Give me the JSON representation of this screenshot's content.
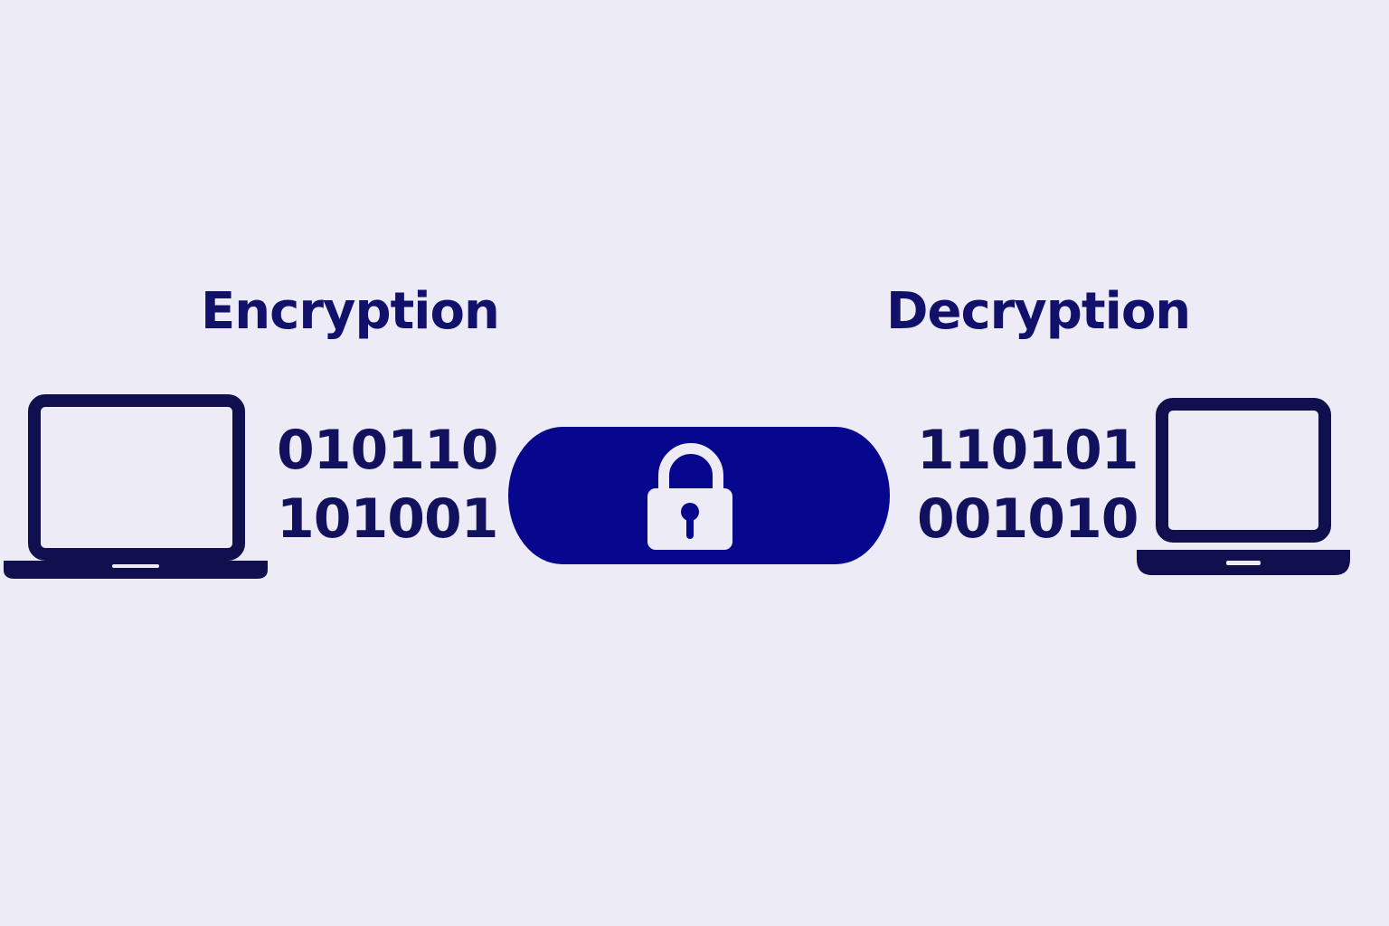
{
  "left": {
    "title": "Encryption",
    "binary": [
      "010110",
      "101001"
    ]
  },
  "right": {
    "title": "Decryption",
    "binary": [
      "110101",
      "001010"
    ]
  },
  "colors": {
    "background": "#ecebf6",
    "dark": "#11115e",
    "accent": "#06078c"
  }
}
